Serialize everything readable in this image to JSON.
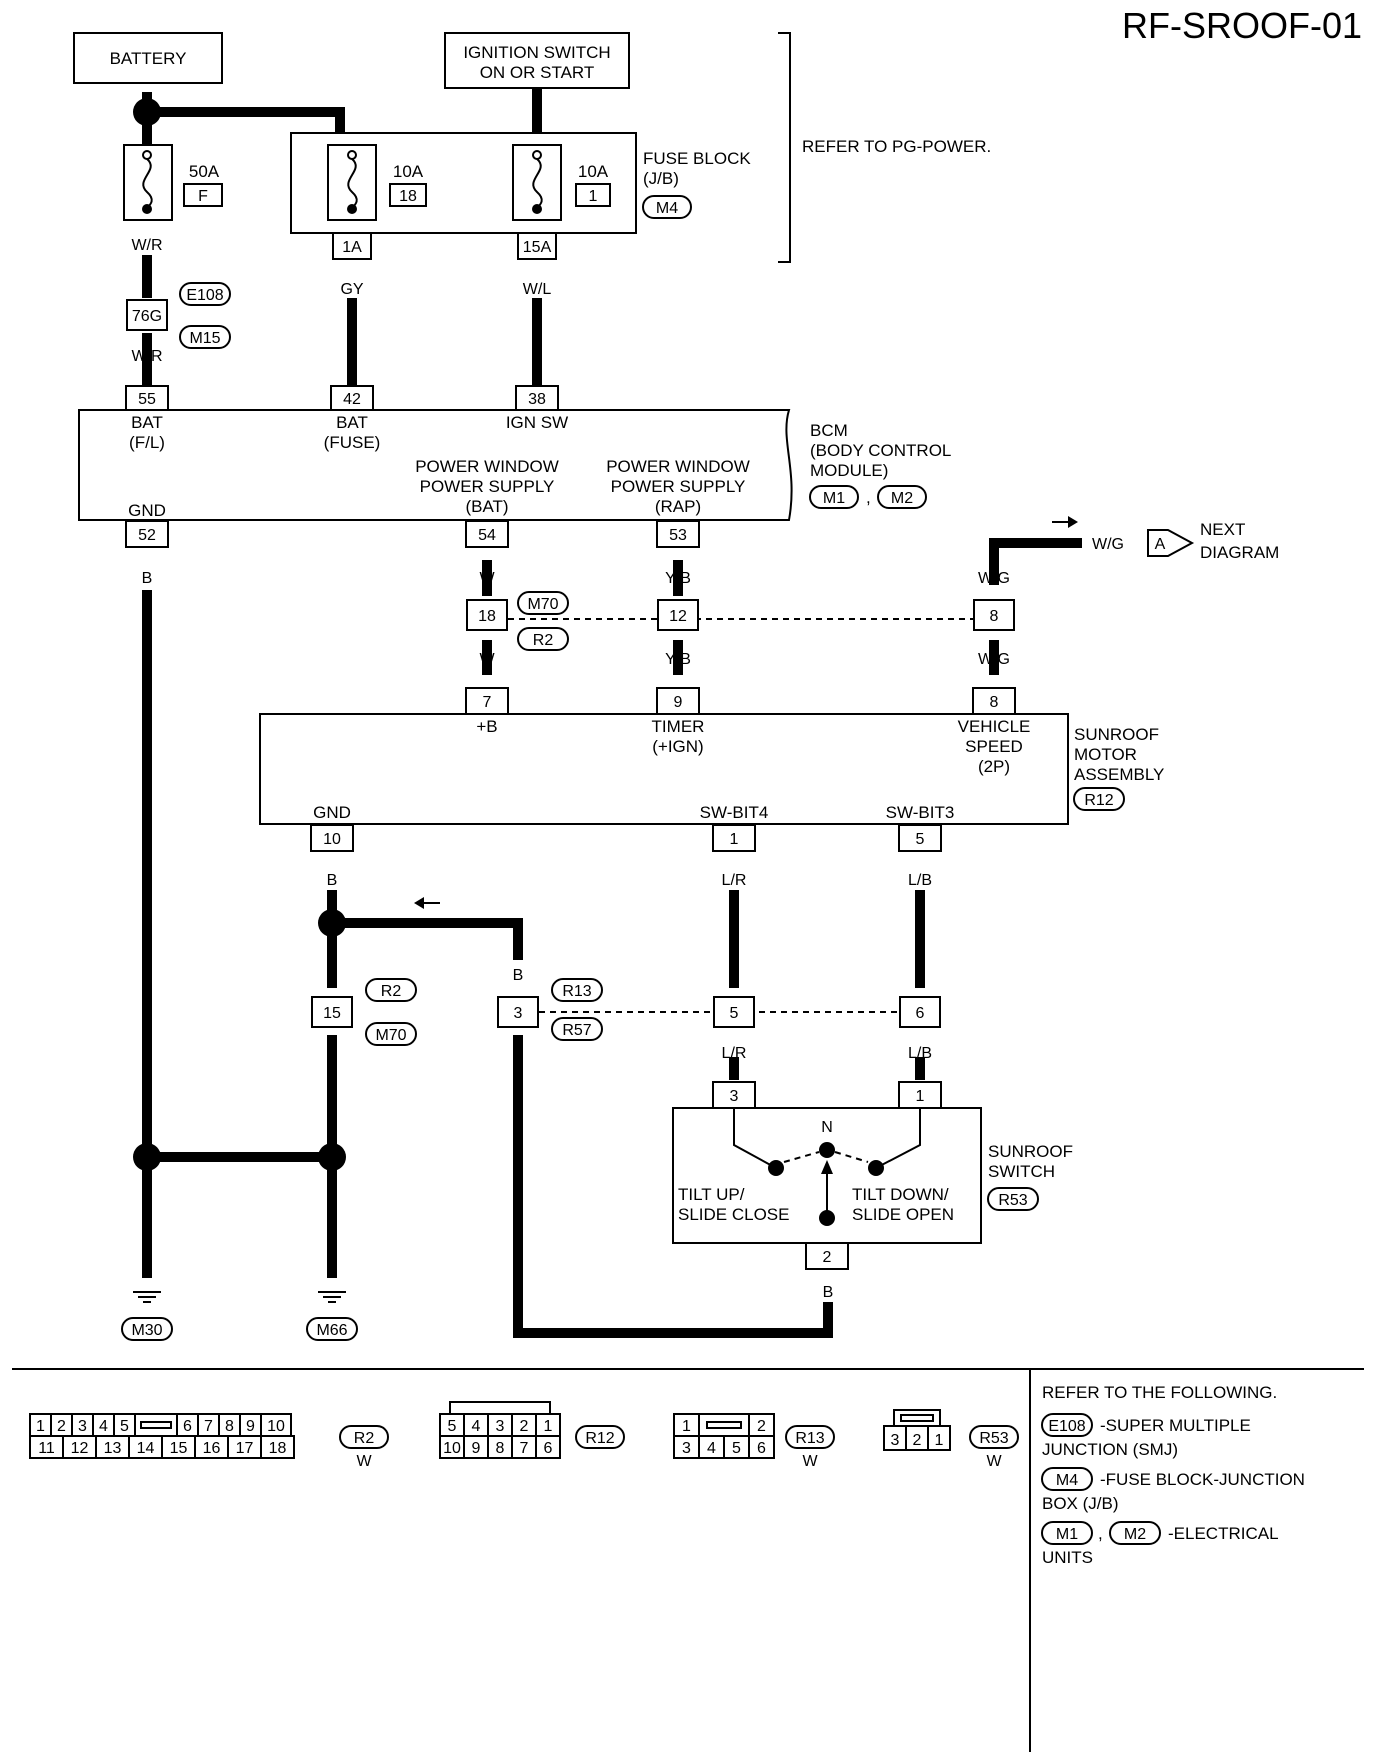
{
  "title": "RF-SROOF-01",
  "components": {
    "battery": "BATTERY",
    "ignition_line1": "IGNITION SWITCH",
    "ignition_line2": "ON OR START",
    "fuse_block_line1": "FUSE BLOCK",
    "fuse_block_line2": "(J/B)",
    "fuse_block_conn": "M4",
    "refer_pg_power": "REFER TO PG-POWER.",
    "bcm_line1": "BCM",
    "bcm_line2": "(BODY CONTROL",
    "bcm_line3": "MODULE)",
    "bcm_conn1": "M1",
    "bcm_conn2": "M2",
    "bcm_sep": ",",
    "sunroof_motor_line1": "SUNROOF",
    "sunroof_motor_line2": "MOTOR",
    "sunroof_motor_line3": "ASSEMBLY",
    "sunroof_motor_conn": "R12",
    "sunroof_switch_line1": "SUNROOF",
    "sunroof_switch_line2": "SWITCH",
    "sunroof_switch_conn": "R53",
    "next_wire": "W/G",
    "next_marker": "A",
    "next_line1": "NEXT",
    "next_line2": "DIAGRAM"
  },
  "fuses": {
    "f1_rating": "50A",
    "f1_id": "F",
    "f2_rating": "10A",
    "f2_id": "18",
    "f3_rating": "10A",
    "f3_id": "1"
  },
  "bcm_pins": {
    "p55": "55",
    "p55_l1": "BAT",
    "p55_l2": "(F/L)",
    "p42": "42",
    "p42_l1": "BAT",
    "p42_l2": "(FUSE)",
    "p38": "38",
    "p38_l1": "IGN SW",
    "p52": "52",
    "p52_l1": "GND",
    "p54": "54",
    "p54_l1": "POWER WINDOW",
    "p54_l2": "POWER SUPPLY",
    "p54_l3": "(BAT)",
    "p53": "53",
    "p53_l1": "POWER WINDOW",
    "p53_l2": "POWER SUPPLY",
    "p53_l3": "(RAP)"
  },
  "motor_pins": {
    "p7": "7",
    "p7_l": "+B",
    "p9": "9",
    "p9_l1": "TIMER",
    "p9_l2": "(+IGN)",
    "p8": "8",
    "p8_l1": "VEHICLE",
    "p8_l2": "SPEED",
    "p8_l3": "(2P)",
    "p10": "10",
    "p10_l": "GND",
    "p1": "1",
    "p1_l": "SW-BIT4",
    "p5": "5",
    "p5_l": "SW-BIT3"
  },
  "switch": {
    "p3": "3",
    "p1": "1",
    "p2": "2",
    "n": "N",
    "left_l1": "TILT UP/",
    "left_l2": "SLIDE CLOSE",
    "right_l1": "TILT DOWN/",
    "right_l2": "SLIDE OPEN"
  },
  "connectors": {
    "c1a": "1A",
    "c15a": "15A",
    "c76g": "76G",
    "e108": "E108",
    "m15": "M15",
    "m70": "M70",
    "r2": "R2",
    "c18": "18",
    "c12": "12",
    "c8": "8",
    "c15": "15",
    "c3": "3",
    "c5": "5",
    "c6": "6",
    "r13": "R13",
    "r57": "R57",
    "m30": "M30",
    "m66": "M66"
  },
  "wires": {
    "w_r_1": "W/R",
    "w_r_2": "W/R",
    "gy": "GY",
    "w_l": "W/L",
    "b_gnd": "B",
    "w_1": "W",
    "w_2": "W",
    "yb_1": "Y/B",
    "yb_2": "Y/B",
    "wg_1": "W/G",
    "wg_2": "W/G",
    "b_10": "B",
    "b_15a": "B",
    "b_15b": "B",
    "b_3a": "B",
    "b_3b": "B",
    "lr_1": "L/R",
    "lr_2": "L/R",
    "lb_1": "L/B",
    "lb_2": "L/B",
    "b_m30": "B",
    "b_m66": "B",
    "b_sw": "B"
  },
  "legend_connectors": {
    "r2_top": [
      "1",
      "2",
      "3",
      "4",
      "5",
      "6",
      "7",
      "8",
      "9",
      "10"
    ],
    "r2_bottom": [
      "11",
      "12",
      "13",
      "14",
      "15",
      "16",
      "17",
      "18"
    ],
    "r2_name": "R2",
    "r2_color": "W",
    "r12_top": [
      "5",
      "4",
      "3",
      "2",
      "1"
    ],
    "r12_bottom": [
      "10",
      "9",
      "8",
      "7",
      "6"
    ],
    "r12_name": "R12",
    "r13_top": [
      "1",
      "2"
    ],
    "r13_bottom": [
      "3",
      "4",
      "5",
      "6"
    ],
    "r13_name": "R13",
    "r13_color": "W",
    "r53_pins": [
      "3",
      "2",
      "1"
    ],
    "r53_name": "R53",
    "r53_color": "W"
  },
  "refer": {
    "heading": "REFER TO THE FOLLOWING.",
    "e108": "E108",
    "e108_text": "-SUPER MULTIPLE",
    "e108_text2": "JUNCTION (SMJ)",
    "m4": "M4",
    "m4_text": "-FUSE BLOCK-JUNCTION",
    "m4_text2": "BOX (J/B)",
    "m1": "M1",
    "m2": "M2",
    "sep": ",",
    "m_text": "-ELECTRICAL",
    "m_text2": "UNITS"
  }
}
